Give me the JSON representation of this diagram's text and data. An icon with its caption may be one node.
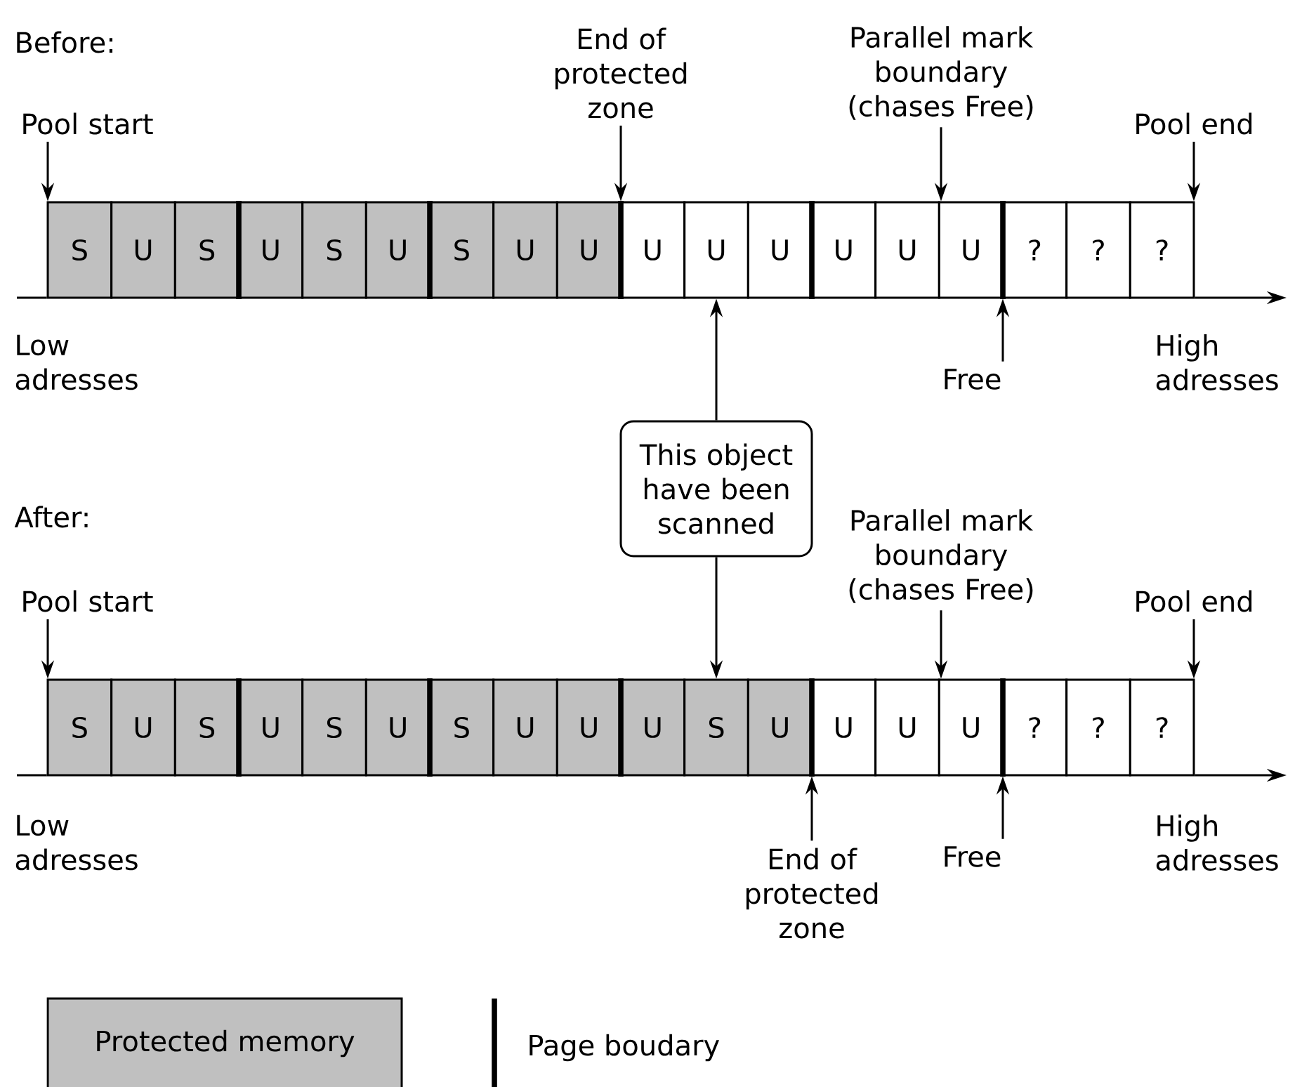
{
  "diagram": {
    "nodes": [
      {
        "text": [
          "S"
        ]
      },
      {
        "text": [
          "U"
        ]
      },
      {
        "text": [
          "S"
        ]
      },
      {
        "text": [
          "U"
        ]
      },
      {
        "text": [
          "S"
        ]
      },
      {
        "text": [
          "U"
        ]
      },
      {
        "text": [
          "S"
        ]
      },
      {
        "text": [
          "U"
        ]
      },
      {
        "text": [
          "U"
        ]
      },
      {
        "text": [
          "U"
        ]
      },
      {
        "text": [
          "U"
        ]
      },
      {
        "text": [
          "U"
        ]
      },
      {
        "text": [
          "U"
        ]
      },
      {
        "text": [
          "U"
        ]
      },
      {
        "text": [
          "U"
        ]
      },
      {
        "text": [
          "?"
        ]
      },
      {
        "text": [
          "?"
        ]
      },
      {
        "text": [
          "?"
        ]
      },
      {
        "text": [
          "Pool start"
        ]
      },
      {
        "text": [
          "End of protected zone"
        ]
      },
      {
        "text": [
          "Parallel mark boundary (chases Free)"
        ]
      },
      {
        "text": [
          "Pool end"
        ]
      },
      {
        "text": [
          "Free"
        ]
      },
      {
        "text": [
          "This object have been scanned"
        ]
      },
      {
        "text": [
          "S"
        ]
      },
      {
        "text": [
          "U"
        ]
      },
      {
        "text": [
          "S"
        ]
      },
      {
        "text": [
          "U"
        ]
      },
      {
        "text": [
          "S"
        ]
      },
      {
        "text": [
          "U"
        ]
      },
      {
        "text": [
          "S"
        ]
      },
      {
        "text": [
          "U"
        ]
      },
      {
        "text": [
          "U"
        ]
      },
      {
        "text": [
          "U"
        ]
      },
      {
        "text": [
          "S"
        ]
      },
      {
        "text": [
          "U"
        ]
      },
      {
        "text": [
          "U"
        ]
      },
      {
        "text": [
          "U"
        ]
      },
      {
        "text": [
          "U"
        ]
      },
      {
        "text": [
          "?"
        ]
      },
      {
        "text": [
          "?"
        ]
      },
      {
        "text": [
          "?"
        ]
      },
      {
        "text": [
          "Pool start"
        ]
      },
      {
        "text": [
          "Parallel mark boundary (chases Free)"
        ]
      },
      {
        "text": [
          "Pool end"
        ]
      },
      {
        "text": [
          "End of protected zone"
        ]
      },
      {
        "text": [
          "Free"
        ]
      }
    ],
    "edges": [
      {
        "from": 18,
        "to": 0,
        "arrow": "to"
      },
      {
        "from": 19,
        "to": 8,
        "arrow": "to"
      },
      {
        "from": 20,
        "to": 14,
        "arrow": "to"
      },
      {
        "from": 21,
        "to": 17,
        "arrow": "to"
      },
      {
        "from": 22,
        "to": 14,
        "arrow": "to"
      },
      {
        "from": 23,
        "to": 10,
        "arrow": "to"
      },
      {
        "from": 23,
        "to": 34,
        "arrow": "to"
      },
      {
        "from": 42,
        "to": 24,
        "arrow": "to"
      },
      {
        "from": 43,
        "to": 38,
        "arrow": "to"
      },
      {
        "from": 44,
        "to": 41,
        "arrow": "to"
      },
      {
        "from": 45,
        "to": 35,
        "arrow": "to"
      },
      {
        "from": 46,
        "to": 38,
        "arrow": "to"
      }
    ],
    "labels": [
      "Before:",
      "Low adresses",
      "High adresses",
      "After:",
      "Low adresses",
      "High adresses"
    ],
    "legend": [
      {
        "text": "Protected memory",
        "color": "#c0c0c0"
      },
      {
        "text": "Page boudary"
      }
    ]
  }
}
